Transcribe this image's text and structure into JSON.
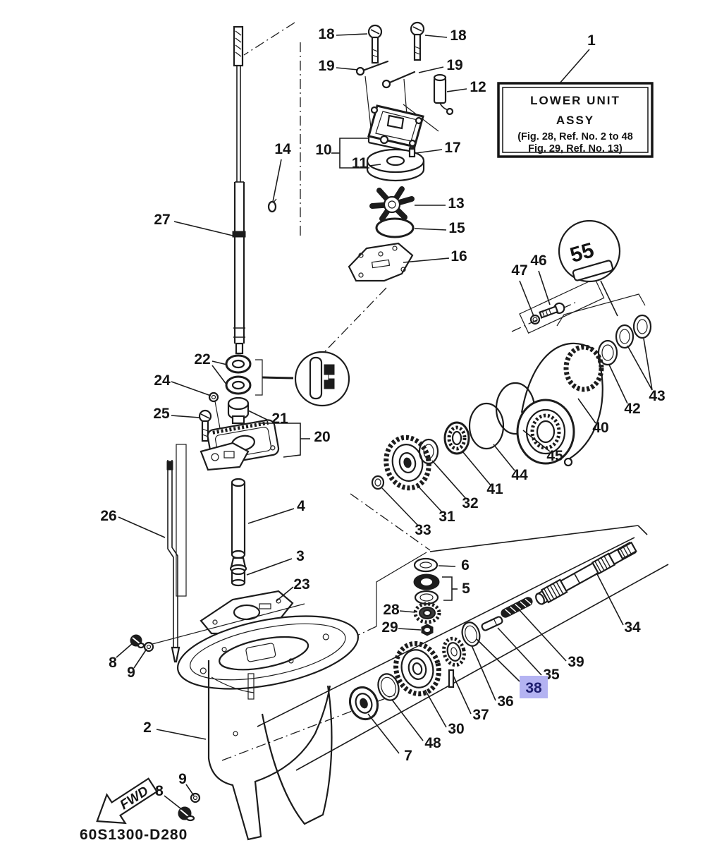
{
  "figure": {
    "part_code": "60S1300-D280",
    "fwd_label": "FWD",
    "assy_box": {
      "line1": "LOWER UNIT",
      "line2": "ASSY",
      "line3": "(Fig. 28, Ref. No. 2 to 48",
      "line4": "Fig. 29, Ref. No. 13)"
    },
    "detail_badge_label": "55",
    "highlight": {
      "ref": "38",
      "color": "#b4b3f2"
    },
    "callouts": [
      "1",
      "18",
      "18",
      "19",
      "19",
      "12",
      "10",
      "11",
      "17",
      "13",
      "15",
      "16",
      "14",
      "27",
      "22",
      "24",
      "25",
      "21",
      "20",
      "26",
      "4",
      "3",
      "23",
      "6",
      "5",
      "28",
      "29",
      "33",
      "31",
      "32",
      "41",
      "44",
      "45",
      "40",
      "42",
      "43",
      "46",
      "47",
      "34",
      "39",
      "35",
      "38",
      "36",
      "37",
      "30",
      "48",
      "7",
      "2",
      "8",
      "9",
      "8",
      "9"
    ]
  }
}
